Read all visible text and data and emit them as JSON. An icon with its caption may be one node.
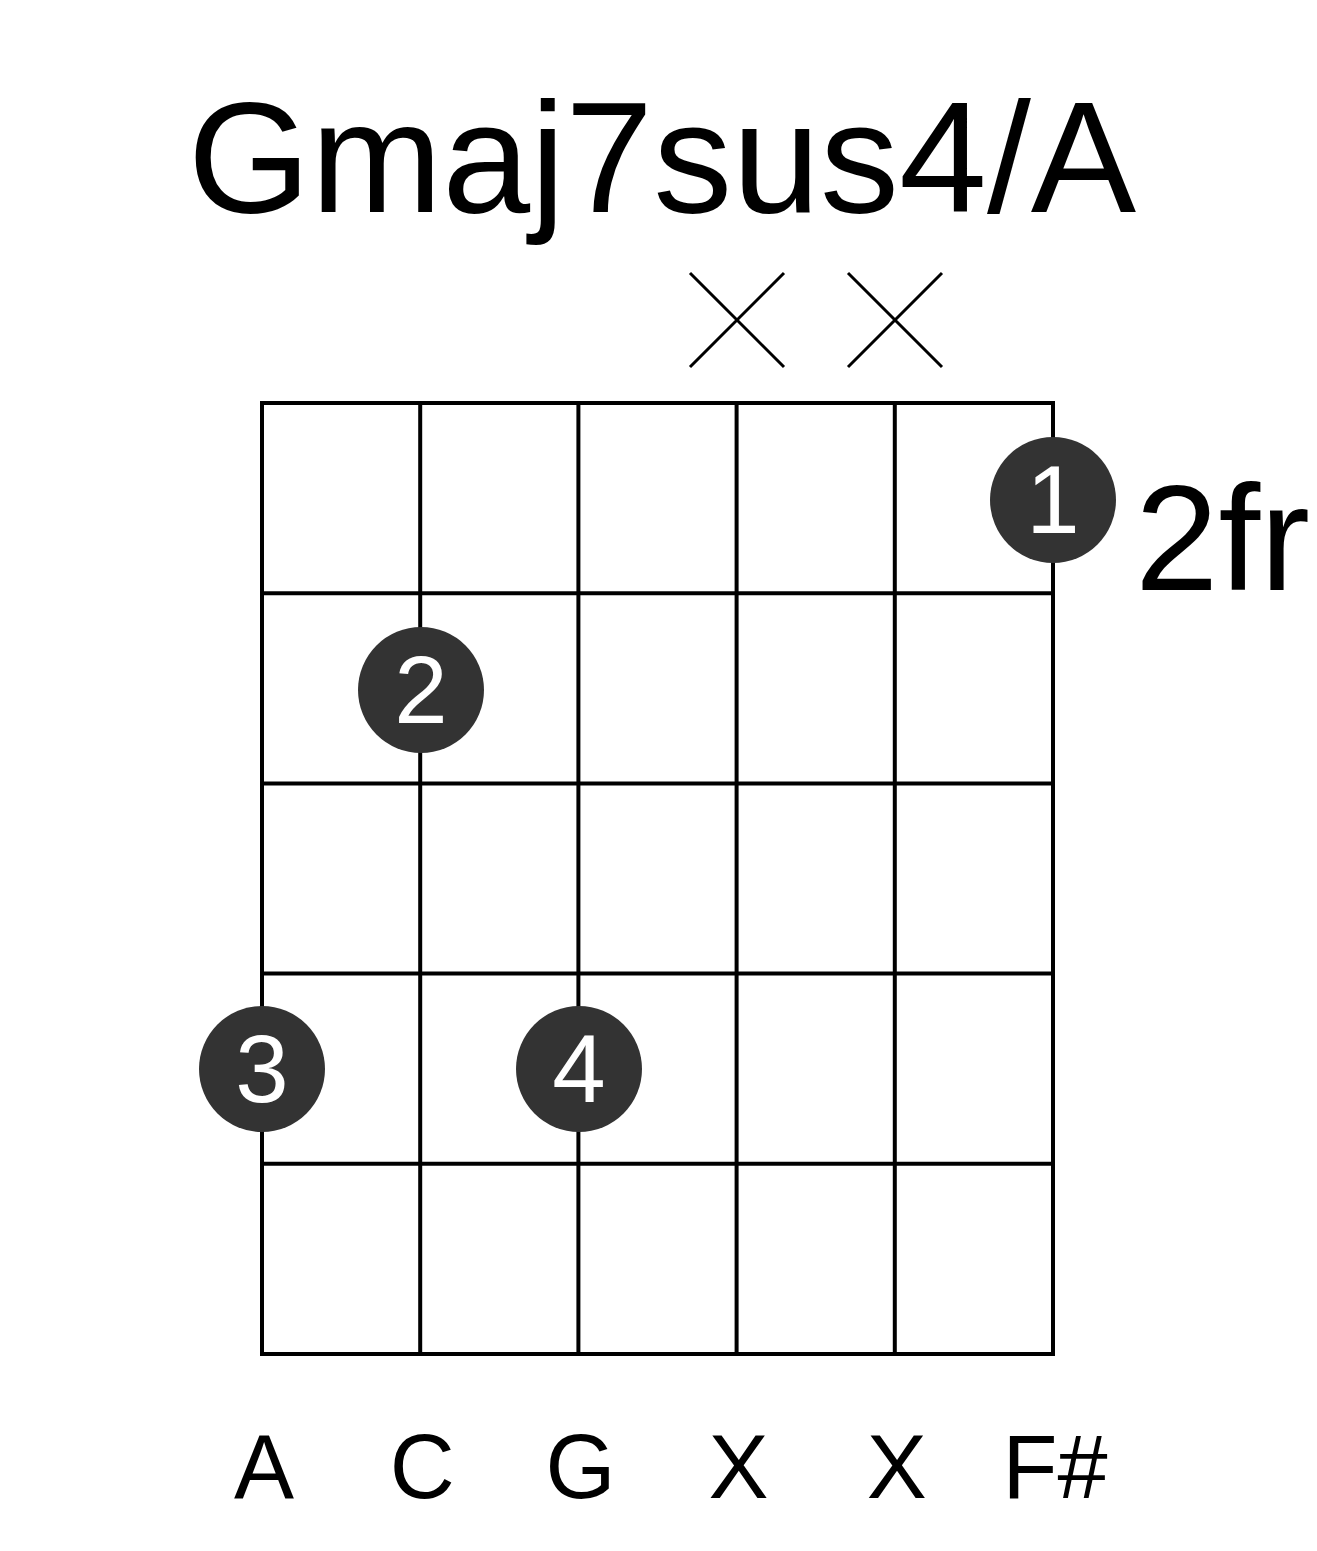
{
  "diagram": {
    "title": "Gmaj7sus4/A",
    "nodes": [
      {
        "text": [
          "1"
        ]
      },
      {
        "text": [
          "2"
        ]
      },
      {
        "text": [
          "3"
        ]
      },
      {
        "text": [
          "4"
        ]
      }
    ],
    "labels": [
      "2fr",
      "A",
      "C",
      "G",
      "X",
      "X",
      "F#"
    ]
  }
}
